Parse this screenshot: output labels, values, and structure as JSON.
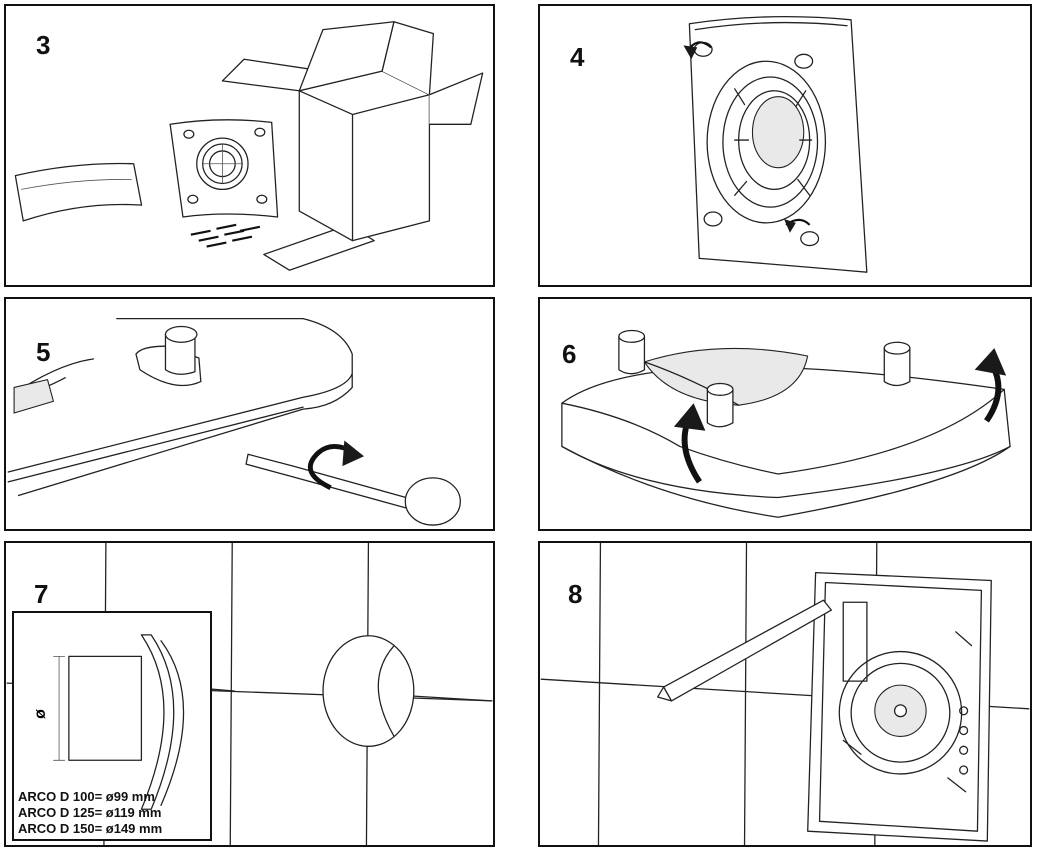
{
  "steps": [
    {
      "number": "3"
    },
    {
      "number": "4"
    },
    {
      "number": "5"
    },
    {
      "number": "6"
    },
    {
      "number": "7"
    },
    {
      "number": "8"
    }
  ],
  "inset": {
    "diameter_symbol": "ø",
    "specs": [
      "ARCO D 100= ø99 mm",
      "ARCO D 125= ø119 mm",
      "ARCO D 150= ø149 mm"
    ]
  }
}
